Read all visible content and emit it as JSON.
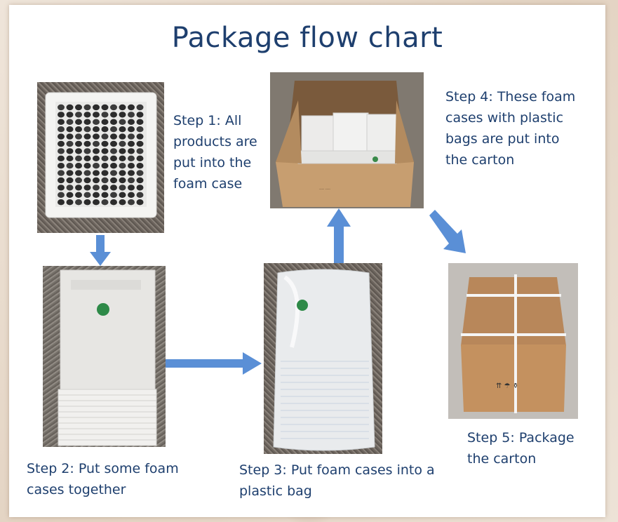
{
  "title": "Package flow chart",
  "steps": [
    {
      "text": "Step 1: All products are put into the foam case"
    },
    {
      "text": "Step 2: Put some foam cases together"
    },
    {
      "text": "Step 3: Put foam cases into a plastic bag"
    },
    {
      "text": "Step 4: These foam cases with plastic bags are put into the carton"
    },
    {
      "text": "Step 5: Package the carton"
    }
  ],
  "colors": {
    "title": "#1e3f6e",
    "arrow": "#5a8fd6",
    "text": "#1e3f6e"
  }
}
